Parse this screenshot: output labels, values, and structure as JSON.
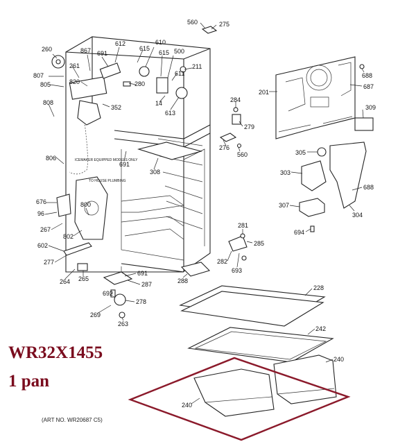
{
  "part_number": "WR32X1455",
  "quantity": "1 pan",
  "art_number": "(ART NO. WR20687 C5)",
  "icemaker_note": "ICEMAKER EQUIPPED MODELS ONLY",
  "plumbing_note": "TO HOUSE PLUMBING",
  "highlight_color": "#8b1a2b",
  "part_labels": {
    "p560a": "560",
    "p275": "275",
    "p260": "260",
    "p867": "867",
    "p691a": "691",
    "p612": "612",
    "p610": "610",
    "p615a": "615",
    "p615b": "615",
    "p500": "500",
    "p261": "261",
    "p807": "807",
    "p805": "805",
    "p820": "820",
    "p280": "280",
    "p611": "611",
    "p211": "211",
    "p14": "14",
    "p352": "352",
    "p613": "613",
    "p808": "808",
    "p284": "284",
    "p279": "279",
    "p276": "276",
    "p560b": "560",
    "p806": "806",
    "p691b": "691",
    "p308": "308",
    "p201": "201",
    "p688a": "688",
    "p687": "687",
    "p309": "309",
    "p305": "305",
    "p303": "303",
    "p688b": "688",
    "p307": "307",
    "p304": "304",
    "p694": "694",
    "p676": "676",
    "p96": "96",
    "p800": "800",
    "p267": "267",
    "p802": "802",
    "p602": "602",
    "p277": "277",
    "p281": "281",
    "p285": "285",
    "p282": "282",
    "p693": "693",
    "p264": "264",
    "p265": "265",
    "p691c": "691",
    "p287": "287",
    "p288": "288",
    "p228": "228",
    "p692": "692",
    "p278": "278",
    "p269": "269",
    "p263": "263",
    "p242": "242",
    "p240a": "240",
    "p240b": "240"
  }
}
